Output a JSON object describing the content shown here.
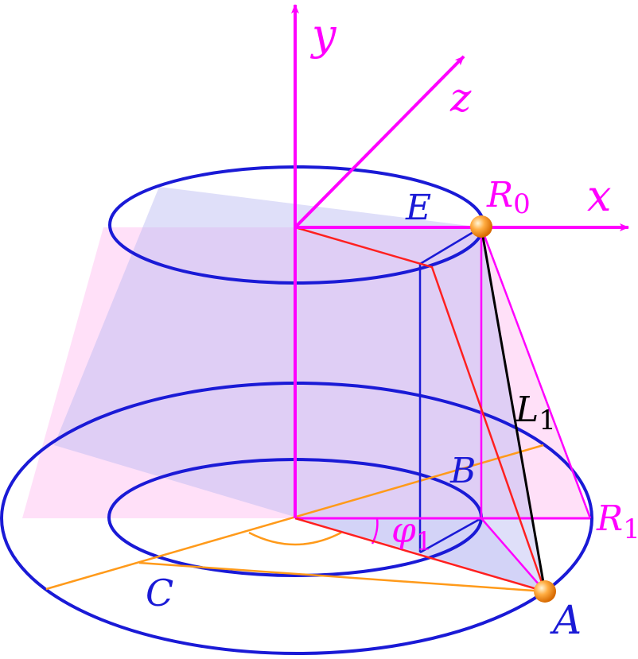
{
  "labels": {
    "y": "y",
    "z": "z",
    "x": "x",
    "E": "E",
    "R0_main": "R",
    "R0_sub": "0",
    "L1_main": "L",
    "L1_sub": "1",
    "B": "B",
    "R1_main": "R",
    "R1_sub": "1",
    "phi_main": "φ",
    "phi_sub": "1",
    "C": "C",
    "A": "A"
  },
  "colors": {
    "axis": "#ff00ff",
    "ellipse": "#1a1ad6",
    "red_lines": "#ff2020",
    "orange_lines": "#ff9a1a",
    "black_line": "#000000",
    "pink_fill": "#ffd6f5",
    "blue_fill": "#c8c8f5",
    "text_blue": "#1a1ad6",
    "text_magenta": "#ff00ff",
    "text_black": "#000000",
    "point": "#ff9a2a"
  }
}
